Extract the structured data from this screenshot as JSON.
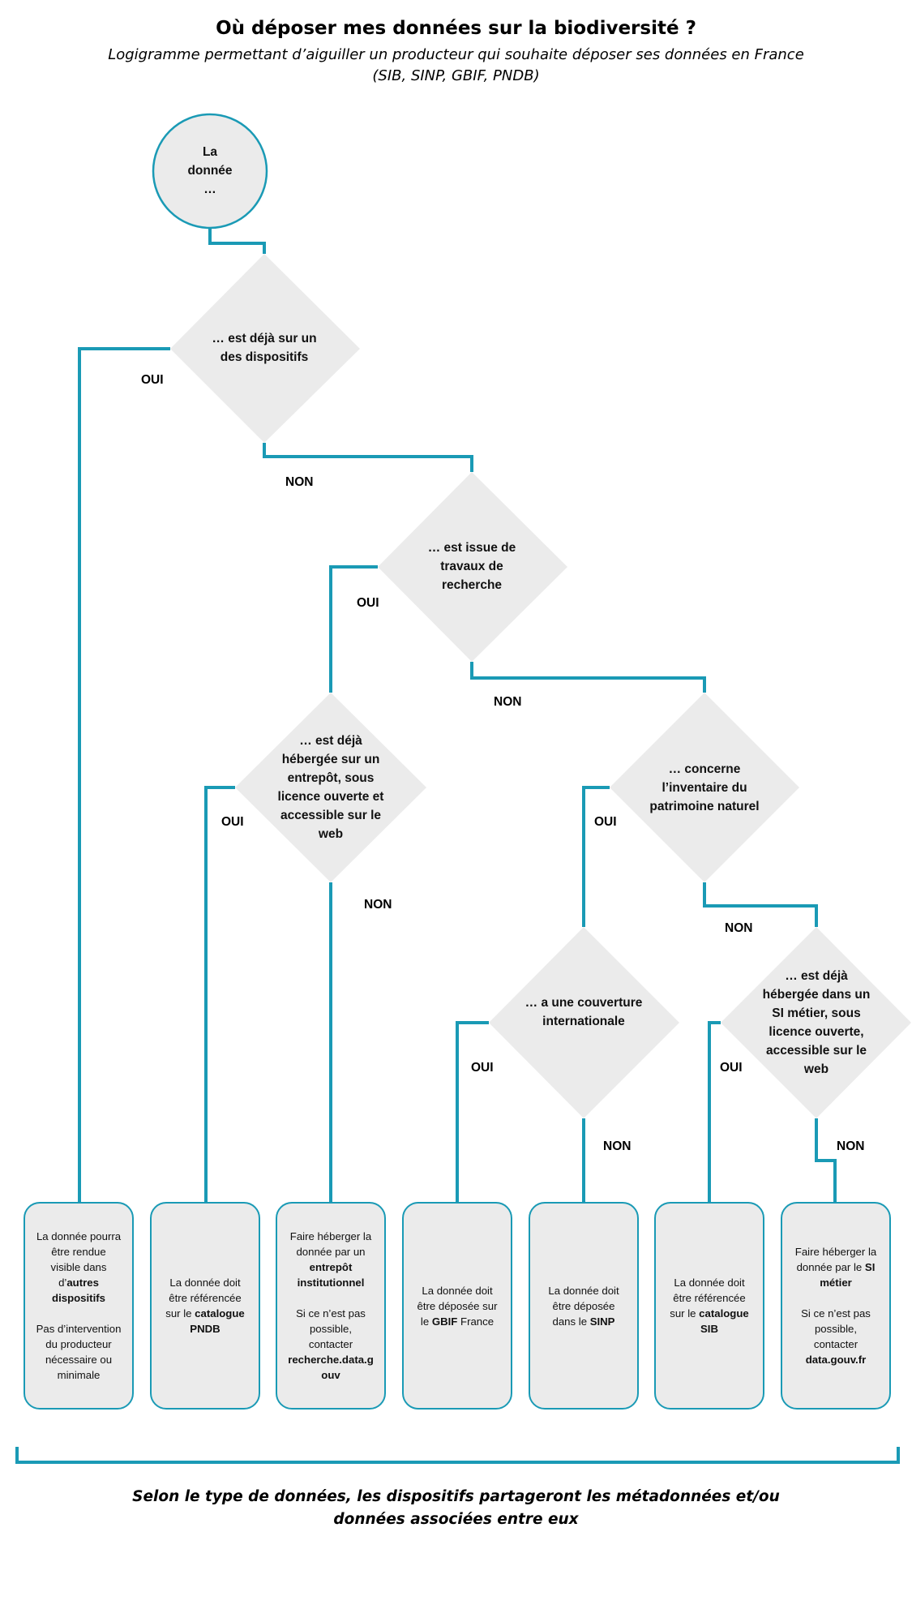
{
  "title": "Où déposer mes données sur la biodiversité ?",
  "subtitle": {
    "line1": "Logigramme permettant d’aiguiller un producteur qui souhaite déposer ses données en France",
    "line2": "(SIB, SINP, GBIF, PNDB)"
  },
  "start": {
    "l1": "La",
    "l2": "donnée",
    "l3": "…"
  },
  "questions": {
    "q1": {
      "l1": "… est déjà sur un",
      "l2": "des dispositifs"
    },
    "q2": {
      "l1": "… est issue de",
      "l2": "travaux de",
      "l3": "recherche"
    },
    "q3": {
      "l1": "… est déjà",
      "l2": "hébergée sur un",
      "l3": "entrepôt,  sous",
      "l4": "licence ouverte et",
      "l5": "accessible sur le",
      "l6": "web"
    },
    "q4": {
      "l1": "… concerne",
      "l2": "l’inventaire du",
      "l3": "patrimoine naturel"
    },
    "q5": {
      "l1": "… a une couverture",
      "l2": "internationale"
    },
    "q6": {
      "l1": "… est déjà",
      "l2": "hébergée dans un",
      "l3": "SI métier, sous",
      "l4": "licence ouverte,",
      "l5": "accessible sur le",
      "l6": "web"
    }
  },
  "labels": {
    "yes": "OUI",
    "no": "NON"
  },
  "outcomes": {
    "o1": {
      "a": "La donnée pourra",
      "b": "être rendue",
      "c": "visible dans",
      "d_pre": "d’",
      "d_bold": "autres",
      "e_bold": "dispositifs",
      "f": "Pas d’intervention",
      "g": "du producteur",
      "h": "nécessaire ou",
      "i": "minimale"
    },
    "o2": {
      "a": "La donnée doit",
      "b": "être référencée",
      "c_pre": "sur le ",
      "c_bold": "catalogue",
      "d_bold": "PNDB"
    },
    "o3": {
      "a": "Faire héberger la",
      "b": "donnée par un",
      "c_bold": "entrepôt",
      "d_bold": "institutionnel",
      "e": "Si ce n’est pas",
      "f": "possible,",
      "g": "contacter",
      "h_bold": "recherche.data.g",
      "i_bold": "ouv"
    },
    "o4": {
      "a": "La donnée doit",
      "b": "être déposée sur",
      "c_pre": "le ",
      "c_bold": "GBIF",
      "c_post": " France"
    },
    "o5": {
      "a": "La donnée doit",
      "b": "être déposée",
      "c_pre": "dans le ",
      "c_bold": "SINP"
    },
    "o6": {
      "a": "La donnée doit",
      "b": "être référencée",
      "c_pre": "sur le ",
      "c_bold": "catalogue",
      "d_bold": "SIB"
    },
    "o7": {
      "a": "Faire héberger la",
      "b_pre": "donnée par le ",
      "b_bold": "SI",
      "c_bold": "métier",
      "d": "Si ce n’est pas",
      "e": "possible,",
      "f": "contacter",
      "g_bold": "data.gouv.fr"
    }
  },
  "footer": {
    "line1": "Selon le type de données, les dispositifs partageront les métadonnées et/ou",
    "line2": "données associées entre eux"
  },
  "colors": {
    "accent": "#1a9ab5",
    "fill": "#ebebeb"
  }
}
